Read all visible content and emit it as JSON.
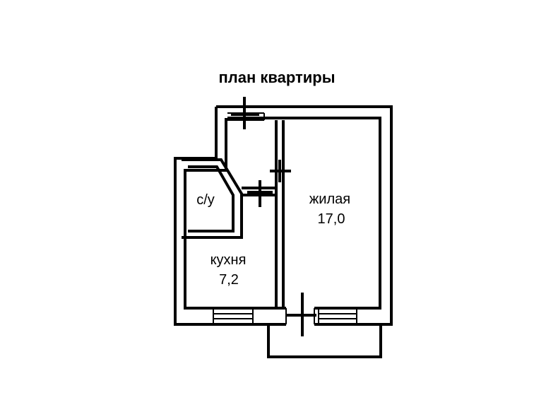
{
  "plan": {
    "title": "план квартиры",
    "rooms": [
      {
        "name": "жилая",
        "area": "17,0"
      },
      {
        "name": "кухня",
        "area": "7,2"
      },
      {
        "name": "с/у"
      }
    ]
  },
  "colors": {
    "line": "#000000",
    "background": "#ffffff"
  }
}
